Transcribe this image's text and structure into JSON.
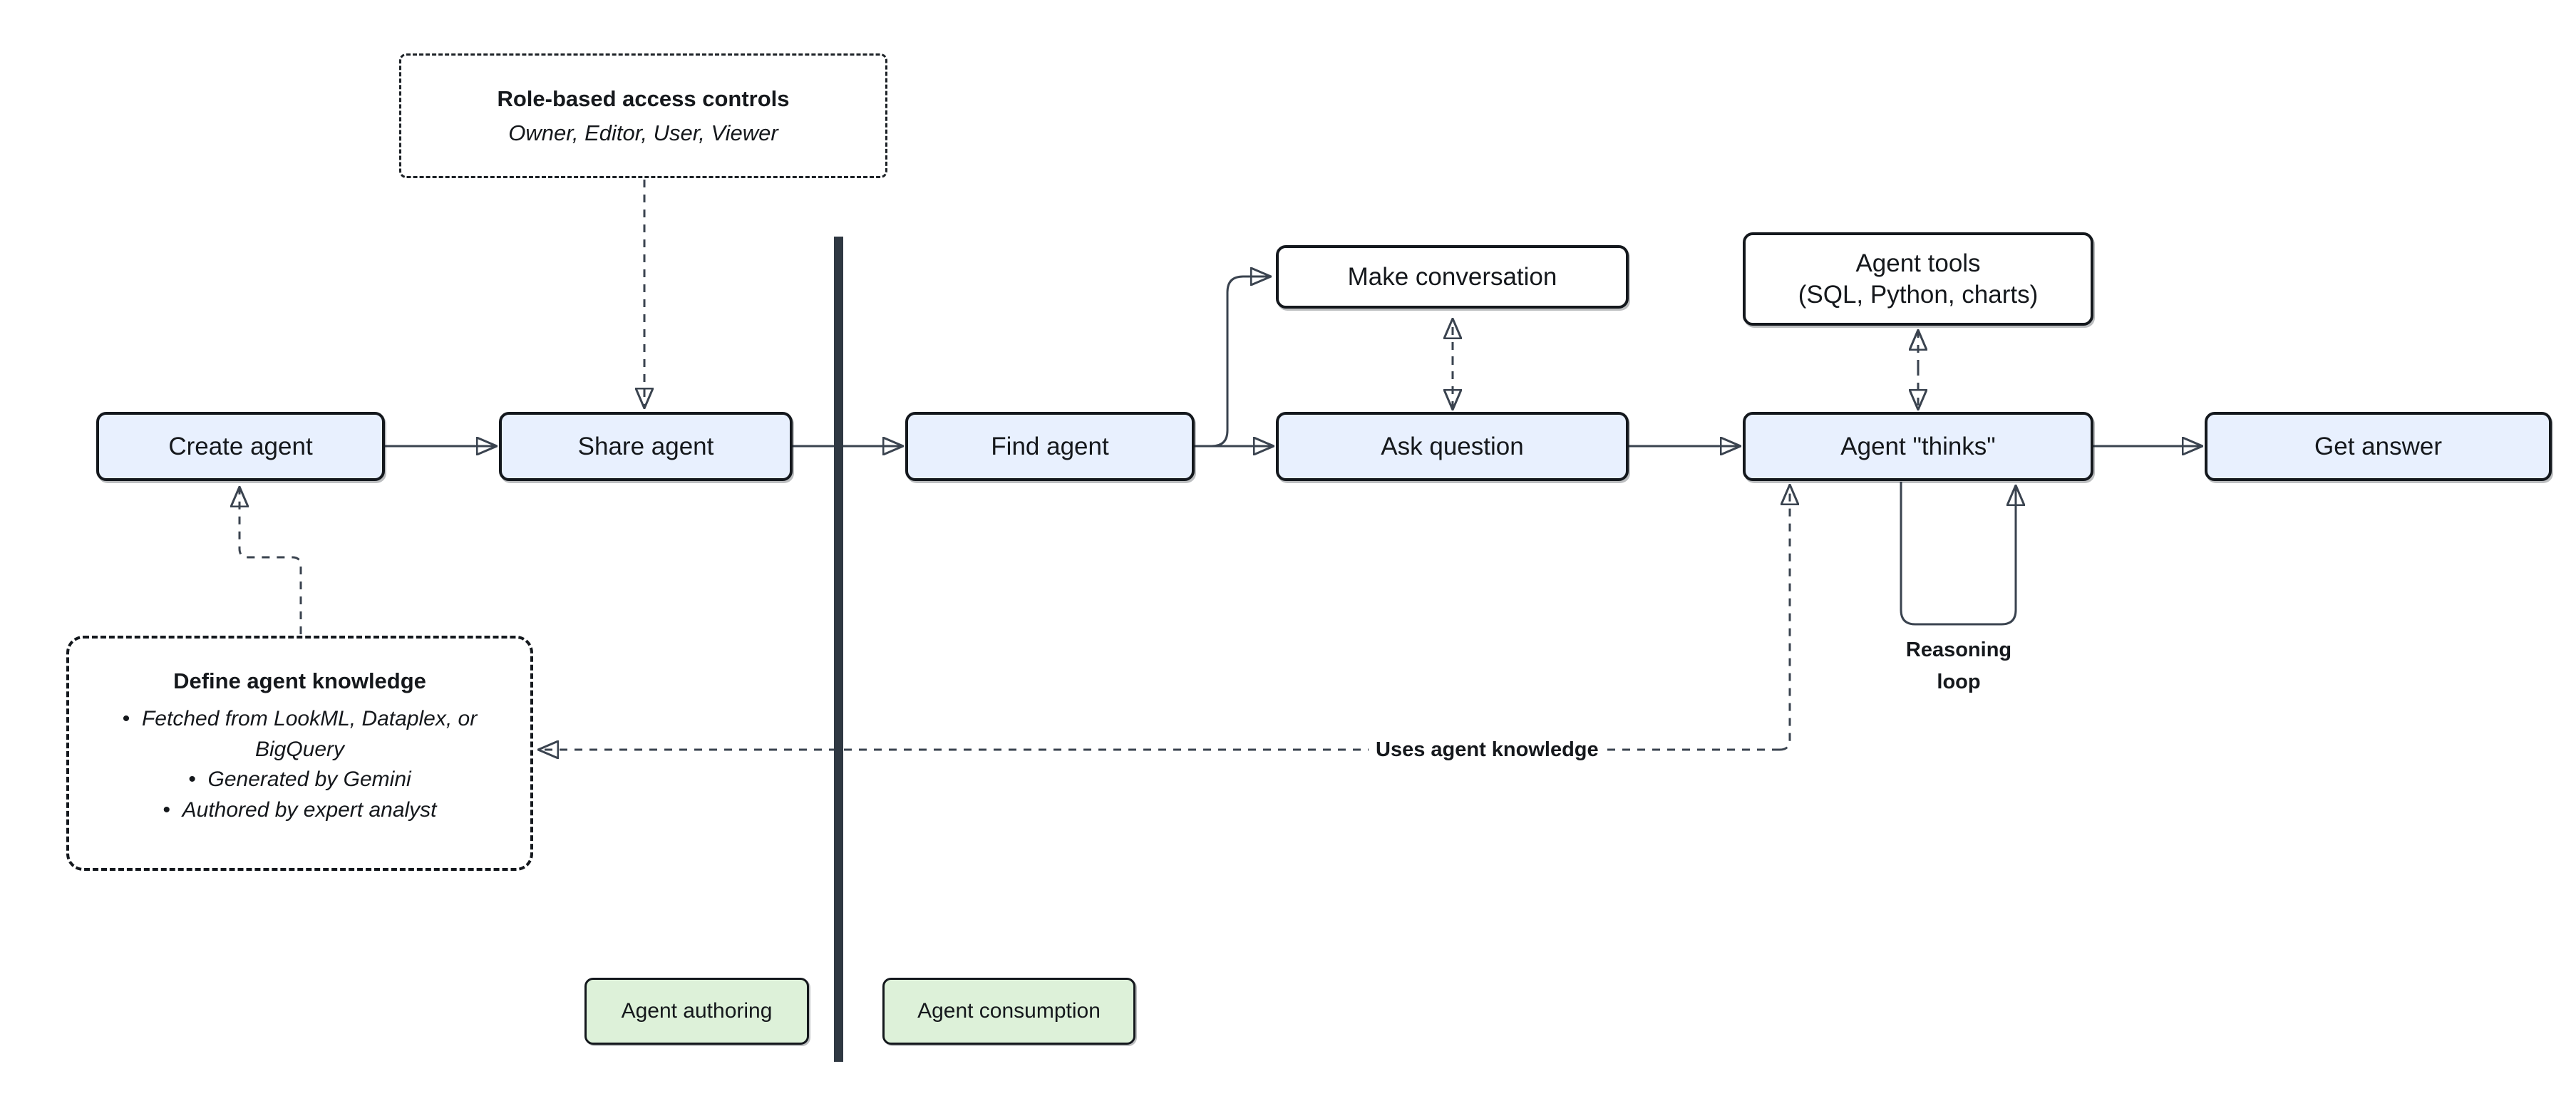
{
  "nodes": {
    "create_agent": {
      "label": "Create agent"
    },
    "share_agent": {
      "label": "Share agent"
    },
    "find_agent": {
      "label": "Find agent"
    },
    "make_conversation": {
      "label": "Make conversation"
    },
    "ask_question": {
      "label": "Ask question"
    },
    "agent_tools": {
      "line1": "Agent tools",
      "line2": "(SQL, Python, charts)"
    },
    "agent_thinks": {
      "label": "Agent \"thinks\""
    },
    "get_answer": {
      "label": "Get answer"
    },
    "role_based_access": {
      "title": "Role-based access controls",
      "subtitle": "Owner, Editor, User, Viewer"
    },
    "define_agent_knowledge": {
      "title": "Define agent knowledge",
      "bullets": [
        "Fetched from LookML, Dataplex, or BigQuery",
        "Generated by Gemini",
        "Authored by expert analyst"
      ]
    }
  },
  "edge_labels": {
    "uses_agent_knowledge": "Uses agent knowledge",
    "reasoning_loop": "Reasoning loop"
  },
  "zones": {
    "authoring": {
      "label": "Agent authoring"
    },
    "consumption": {
      "label": "Agent consumption"
    }
  },
  "colors": {
    "process_fill": "#e8f0fe",
    "tool_fill": "#ffffff",
    "zone_fill": "#ddf1d9",
    "line": "#3a434f",
    "divider": "#2f3842",
    "border": "#14181d"
  }
}
